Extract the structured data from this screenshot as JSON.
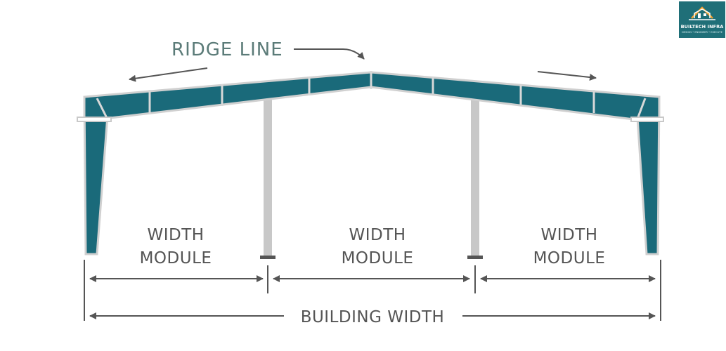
{
  "logo": {
    "name": "BUILTECH INFRA",
    "tagline": "DESIGN • ENGINEER • EXECUTE"
  },
  "labels": {
    "ridge_line": "RIDGE LINE",
    "width_module_line1": "WIDTH",
    "width_module_line2": "MODULE",
    "building_width": "BUILDING WIDTH"
  },
  "colors": {
    "frame_fill": "#1a6a7a",
    "frame_outline": "#c9c9c9",
    "column": "#c8c8c8",
    "dimension_line": "#555555",
    "ridge_text": "#5b7b78",
    "logo_bg": "#1f6f78"
  }
}
